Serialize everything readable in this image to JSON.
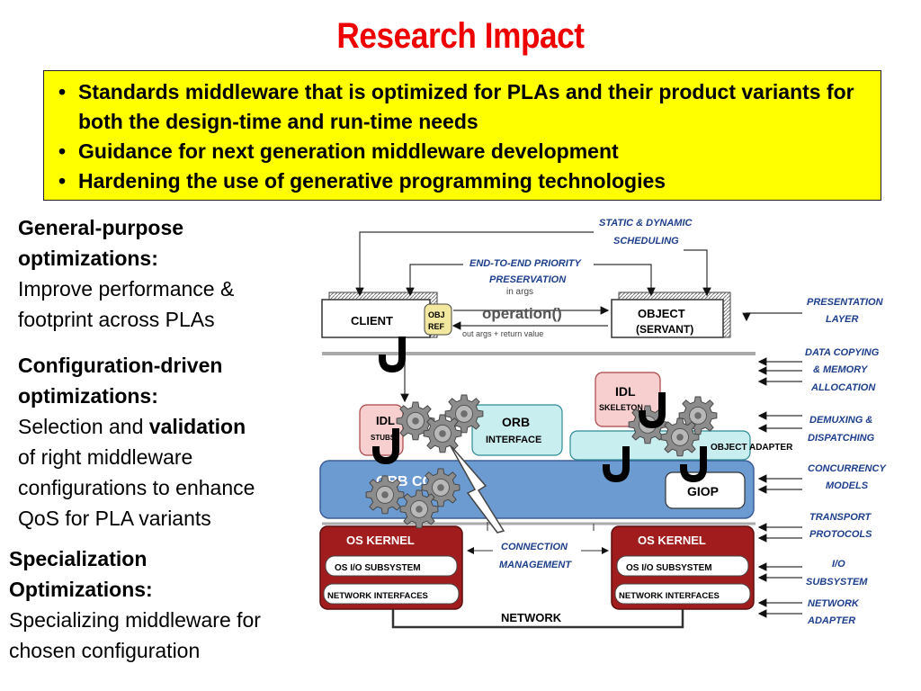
{
  "title": "Research Impact",
  "bullets": [
    "Standards middleware that is optimized for PLAs and their product variants for both the design-time and run-time needs",
    "Guidance for next generation middleware development",
    "Hardening the use of generative programming technologies"
  ],
  "sections": {
    "general": {
      "heading_1": "General-purpose",
      "heading_2": "optimizations:",
      "body_1": "Improve performance &",
      "body_2": "footprint across PLAs"
    },
    "config": {
      "heading_1": "Configuration-driven",
      "heading_2": "optimizations:",
      "body_pre": "Selection and ",
      "body_bold": "validation",
      "body_2": "of right middleware",
      "body_3": "configurations to enhance",
      "body_4": "QoS for PLA variants"
    },
    "special": {
      "heading_1": "Specialization",
      "heading_2": "Optimizations:",
      "body_1": "Specializing middleware for",
      "body_2": "chosen configuration"
    }
  },
  "diagram": {
    "client": "CLIENT",
    "object_1": "OBJECT",
    "object_2": "(SERVANT)",
    "obj_ref_1": "OBJ",
    "obj_ref_2": "REF",
    "operation": "operation()",
    "in_args": "in args",
    "out_args": "out args + return value",
    "idl_stubs_1": "IDL",
    "idl_stubs_2": "STUBS",
    "orb_interface_1": "ORB",
    "orb_interface_2": "INTERFACE",
    "idl_skeleton_1": "IDL",
    "idl_skeleton_2": "SKELETON",
    "object_adapter": "OBJECT ADAPTER",
    "orb_core": "ORB CORE",
    "giop": "GIOP",
    "os_kernel": "OS KERNEL",
    "os_io": "OS I/O SUBSYSTEM",
    "net_if": "NETWORK INTERFACES",
    "network": "NETWORK",
    "static_dynamic_1": "STATIC & DYNAMIC",
    "static_dynamic_2": "SCHEDULING",
    "e2e_1": "END-TO-END PRIORITY",
    "e2e_2": "PRESERVATION",
    "conn_1": "CONNECTION",
    "conn_2": "MANAGEMENT",
    "right_labels": [
      [
        "PRESENTATION",
        "LAYER"
      ],
      [
        "DATA COPYING",
        "& MEMORY",
        "ALLOCATION"
      ],
      [
        "DEMUXING &",
        "DISPATCHING"
      ],
      [
        "CONCURRENCY",
        "MODELS"
      ],
      [
        "TRANSPORT",
        "PROTOCOLS"
      ],
      [
        "I/O",
        "SUBSYSTEM"
      ],
      [
        "NETWORK",
        "ADAPTER"
      ]
    ]
  }
}
